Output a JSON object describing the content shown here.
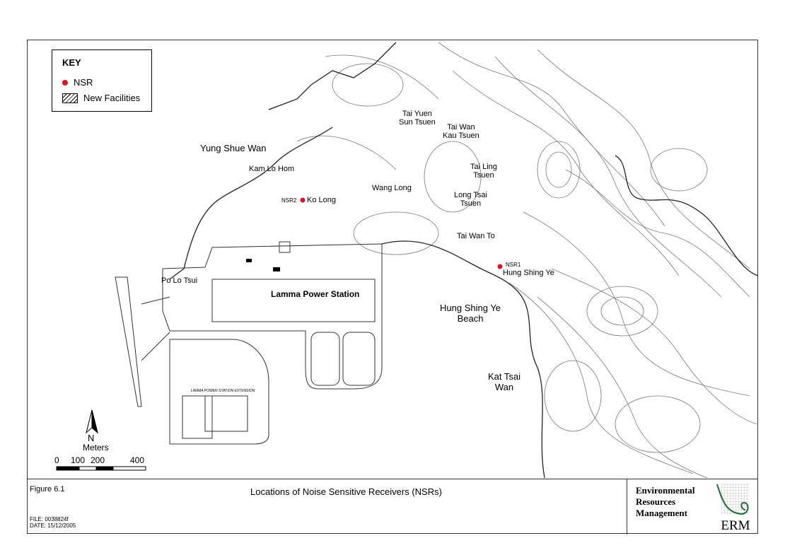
{
  "key": {
    "title": "KEY",
    "items": [
      {
        "symbol": "red-dot",
        "label": "NSR"
      },
      {
        "symbol": "hatch",
        "label": "New Facilities"
      }
    ]
  },
  "colors": {
    "nsr": "#e0141e",
    "line": "#555555",
    "logo_green": "#1e6b3a"
  },
  "places": {
    "yung_shue_wan": "Yung Shue Wan",
    "kam_lo_hom": "Kam Lo Hom",
    "nsr2": "NSR2",
    "ko_long": "Ko Long",
    "wang_long": "Wang Long",
    "tai_yuen_1": "Tai Yuen",
    "tai_yuen_2": "Sun Tsuen",
    "tai_wan_kau_1": "Tai Wan",
    "tai_wan_kau_2": "Kau Tsuen",
    "tai_ling_1": "Tai Ling",
    "tai_ling_2": "Tsuen",
    "long_tsai_1": "Long Tsai",
    "long_tsai_2": "Tsuen",
    "tai_wan_to": "Tai Wan To",
    "nsr1": "NSR1",
    "hung_shing_ye": "Hung Shing Ye",
    "beach_1": "Hung Shing Ye",
    "beach_2": "Beach",
    "kat_tsai_1": "Kat Tsai",
    "kat_tsai_2": "Wan",
    "po_lo_tsui": "Po Lo Tsui",
    "power_station": "Lamma Power Station",
    "extension": "LAMMA POWER STATION EXTENSION"
  },
  "north": {
    "label": "N"
  },
  "scale": {
    "unit": "Meters",
    "ticks": [
      "0",
      "100",
      "200",
      "400"
    ]
  },
  "titleblock": {
    "figure": "Figure 6.1",
    "title": "Locations of Noise Sensitive Receivers (NSRs)",
    "file": "FILE: 0038824f",
    "date": "DATE: 15/12/2005",
    "company_1": "Environmental",
    "company_2": "Resources",
    "company_3": "Management",
    "logo_text": "ERM"
  }
}
